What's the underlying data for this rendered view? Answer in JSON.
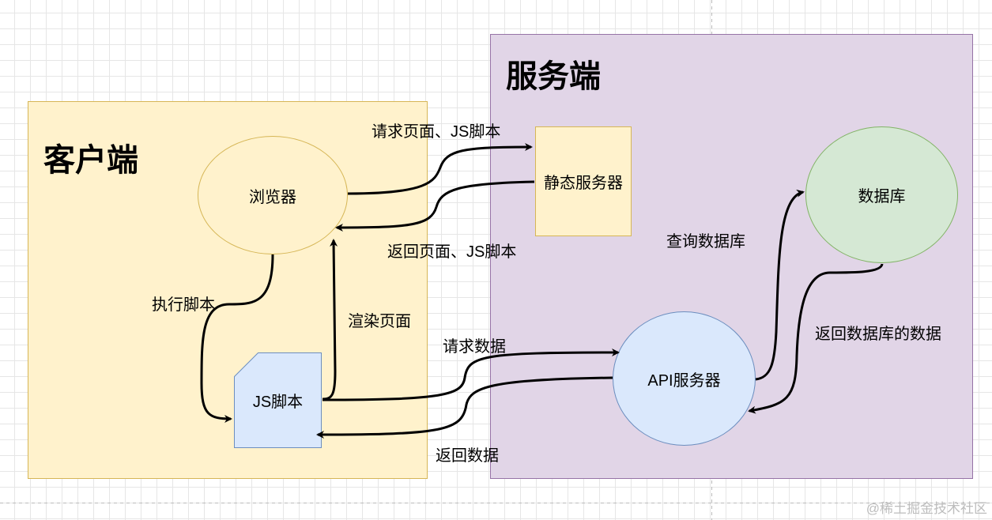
{
  "regions": {
    "client": {
      "title": "客户端"
    },
    "server": {
      "title": "服务端"
    }
  },
  "nodes": {
    "browser": "浏览器",
    "static_server": "静态服务器",
    "database": "数据库",
    "api_server": "API服务器",
    "js_script": "JS脚本"
  },
  "edges": {
    "request_page": "请求页面、JS脚本",
    "return_page": "返回页面、JS脚本",
    "execute_script": "执行脚本",
    "render_page": "渲染页面",
    "request_data": "请求数据",
    "return_data": "返回数据",
    "query_db": "查询数据库",
    "return_db_data": "返回数据库的数据"
  },
  "watermark": "@稀土掘金技术社区",
  "colors": {
    "client_fill": "#fff2cc",
    "server_fill": "#e1d5e7",
    "database_fill": "#d5e8d4",
    "api_fill": "#dae8fc"
  }
}
